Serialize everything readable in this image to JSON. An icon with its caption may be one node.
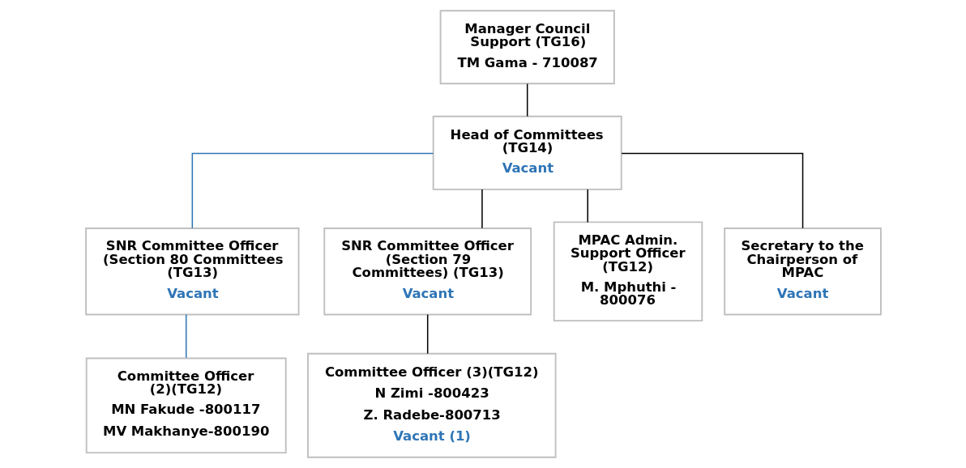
{
  "diagram": {
    "nodes": [
      {
        "text": [
          "Manager Council Support (TG16)",
          "TM Gama - 710087"
        ]
      },
      {
        "text": [
          "Head of Committees (TG14)",
          "Vacant"
        ]
      },
      {
        "text": [
          "SNR Committee Officer (Section 80 Committees (TG13)",
          "Vacant"
        ]
      },
      {
        "text": [
          "SNR Committee Officer (Section 79 Committees) (TG13)",
          "Vacant"
        ]
      },
      {
        "text": [
          "MPAC Admin. Support Officer (TG12)",
          "M. Mphuthi - 800076"
        ]
      },
      {
        "text": [
          "Secretary to the Chairperson of MPAC",
          "Vacant"
        ]
      },
      {
        "text": [
          "Committee Officer (2)(TG12)",
          "MN Fakude -800117",
          "MV Makhanye-800190"
        ]
      },
      {
        "text": [
          "Committee Officer (3)(TG12)",
          "N Zimi -800423",
          "Z. Radebe-800713",
          "Vacant (1)"
        ]
      }
    ],
    "edges": [
      {
        "from": 0,
        "to": 1,
        "arrow": "none"
      },
      {
        "from": 1,
        "to": 2,
        "arrow": "none",
        "color": "#2e75b6"
      },
      {
        "from": 1,
        "to": 3,
        "arrow": "none"
      },
      {
        "from": 1,
        "to": 4,
        "arrow": "none"
      },
      {
        "from": 1,
        "to": 5,
        "arrow": "none"
      },
      {
        "from": 2,
        "to": 6,
        "arrow": "none",
        "color": "#2e75b6"
      },
      {
        "from": 3,
        "to": 7,
        "arrow": "none"
      }
    ]
  }
}
